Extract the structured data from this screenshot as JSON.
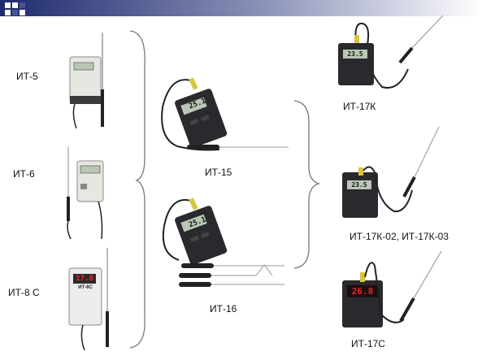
{
  "labels": {
    "it5": "ИТ-5",
    "it6": "ИТ-6",
    "it8c": "ИТ-8 С",
    "it15": "ИТ-15",
    "it16": "ИТ-16",
    "it17k": "ИТ-17К",
    "it17k02": "ИТ-17К-02, ИТ-17К-03",
    "it17c": "ИТ-17С"
  },
  "displays": {
    "it5": "",
    "it6": "",
    "it8c": "17.8",
    "it15": "25.1",
    "it16": "25.1",
    "it17k": "23.5",
    "it17k02": "23.5",
    "it17c": "26.8"
  },
  "device_captions": {
    "it8c_name": "ИТ-8С"
  },
  "colors": {
    "banner_dark": "#1e2a6e",
    "banner_light": "#ffffff",
    "device_dark": "#2a2a2e",
    "device_light": "#e7e7e2",
    "lcd": "#b9c7b4",
    "led_red": "#ff2020",
    "probe_yellow": "#d8c640"
  }
}
